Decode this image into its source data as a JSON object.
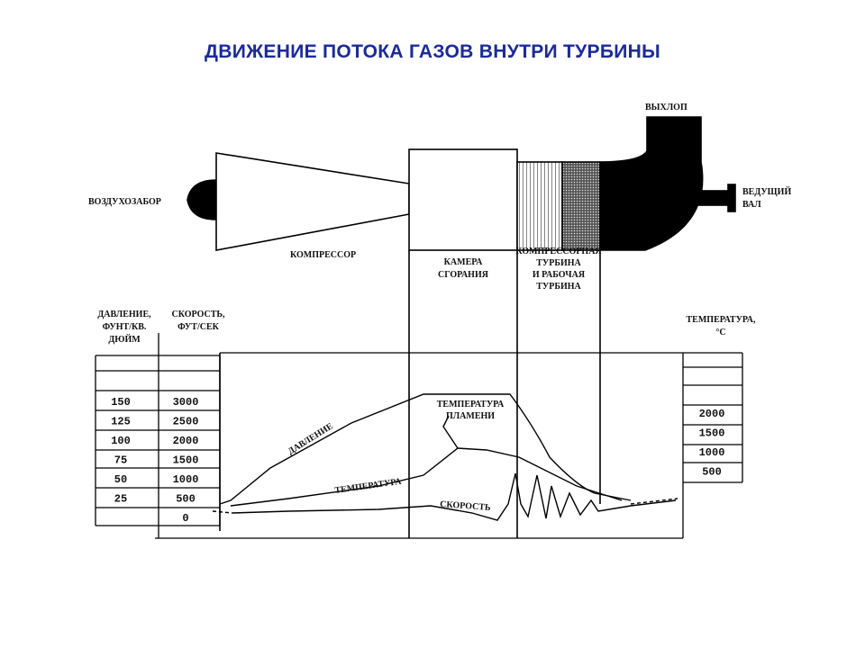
{
  "title": "ДВИЖЕНИЕ ПОТОКА ГАЗОВ ВНУТРИ ТУРБИНЫ",
  "components": {
    "intake": "ВОЗДУХОЗАБОР",
    "compressor": "КОМПРЕССОР",
    "combustion": [
      "КАМЕРА",
      "СГОРАНИЯ"
    ],
    "turbine": [
      "КОМПРЕССОРНАЯ",
      "ТУРБИНА",
      "И РАБОЧАЯ",
      "ТУРБИНА"
    ],
    "exhaust": "ВЫХЛОП",
    "shaft": [
      "ВЕДУЩИЙ",
      "ВАЛ"
    ]
  },
  "axes": {
    "pressure_label": [
      "ДАВЛЕНИЕ,",
      "ФУНТ/КВ.",
      "ДЮЙМ"
    ],
    "pressure_ticks": [
      "150",
      "125",
      "100",
      "75",
      "50",
      "25"
    ],
    "speed_label": [
      "СКОРОСТЬ,",
      "ФУТ/СЕК"
    ],
    "speed_ticks": [
      "3000",
      "2500",
      "2000",
      "1500",
      "1000",
      "500",
      "0"
    ],
    "temp_label": [
      "ТЕМПЕРАТУРА,",
      "°C"
    ],
    "temp_ticks": [
      "2000",
      "1500",
      "1000",
      "500"
    ]
  },
  "curves": {
    "pressure": "ДАВЛЕНИЕ",
    "temperature": "ТЕМПЕРАТУРА",
    "speed": "СКОРОСТЬ",
    "flame_temp": [
      "ТЕМПЕРАТУРА",
      "ПЛАМЕНИ"
    ]
  }
}
